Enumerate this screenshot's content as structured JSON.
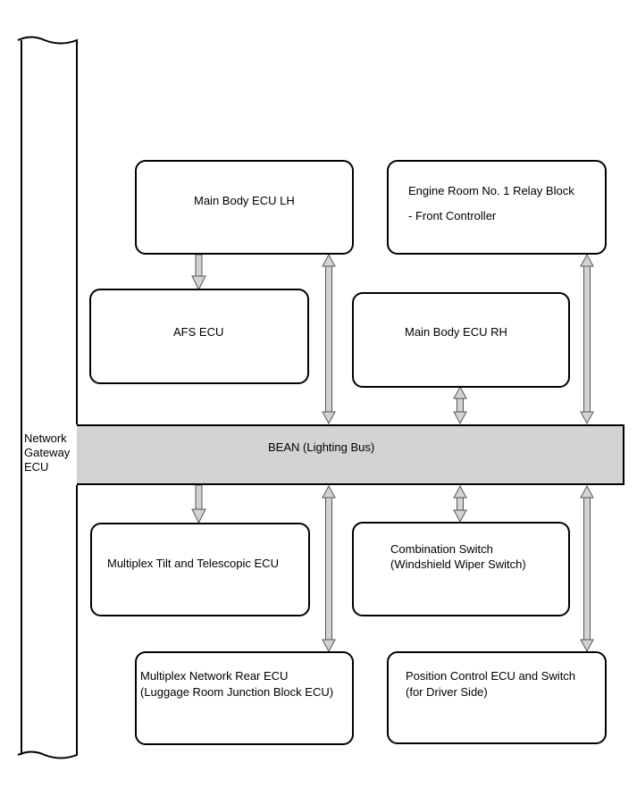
{
  "gateway": {
    "lines": [
      "Network",
      "Gateway",
      "ECU"
    ]
  },
  "bus": {
    "label": "BEAN (Lighting Bus)"
  },
  "nodes": {
    "main_body_lh": {
      "label": "Main Body ECU LH"
    },
    "engine_room": {
      "line1": "Engine Room No. 1 Relay Block",
      "line2": "- Front Controller"
    },
    "afs": {
      "label": "AFS ECU"
    },
    "main_body_rh": {
      "label": "Main Body ECU RH"
    },
    "tilt_telescopic": {
      "label": "Multiplex Tilt and Telescopic ECU"
    },
    "combination_switch": {
      "line1": "Combination Switch",
      "line2": "(Windshield Wiper Switch)"
    },
    "network_rear": {
      "line1": "Multiplex Network Rear ECU",
      "line2": "(Luggage Room Junction Block ECU)"
    },
    "position_control": {
      "line1": "Position Control ECU and Switch",
      "line2": "(for Driver Side)"
    }
  }
}
